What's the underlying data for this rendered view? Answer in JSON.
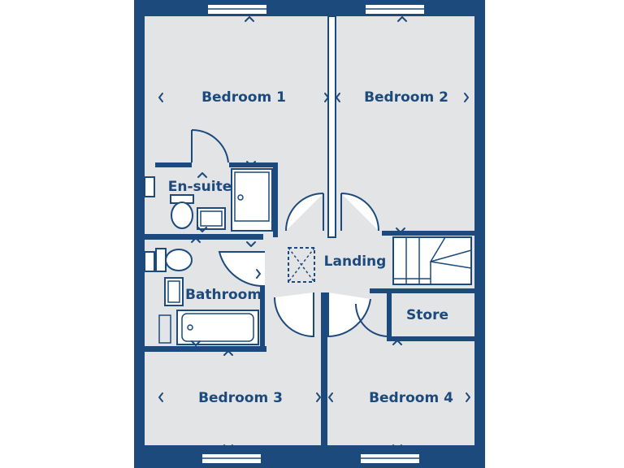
{
  "rooms": {
    "bedroom1": "Bedroom 1",
    "bedroom2": "Bedroom 2",
    "ensuite": "En-suite",
    "landing": "Landing",
    "bathroom": "Bathroom",
    "store": "Store",
    "bedroom3": "Bedroom 3",
    "bedroom4": "Bedroom 4"
  },
  "colors": {
    "background": "#ffffff",
    "wall": "#1c4a7c",
    "floor": "#e3e4e6"
  }
}
